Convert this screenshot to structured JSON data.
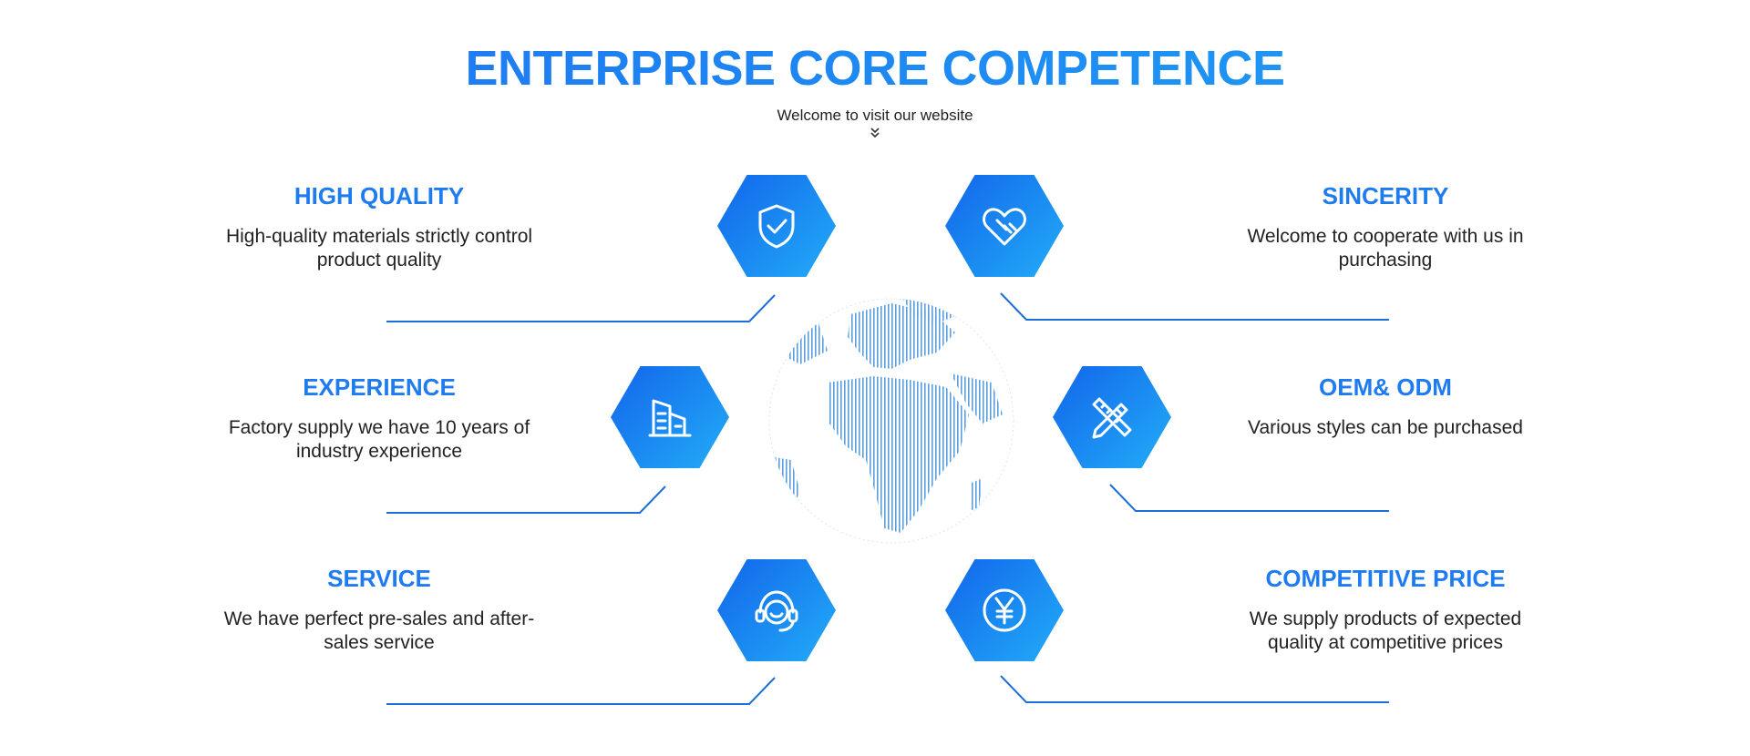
{
  "header": {
    "title": "ENTERPRISE CORE COMPETENCE",
    "subtitle": "Welcome to visit our website",
    "arrow_icon": "double-chevron-down-icon"
  },
  "colors": {
    "accent": "#1e7bf0",
    "accent_light": "#22acf8",
    "line": "#1b6fd6",
    "text": "#222222"
  },
  "competences": [
    {
      "title": "HIGH QUALITY",
      "text": "High-quality materials strictly control product quality",
      "icon": "shield-check-icon"
    },
    {
      "title": "SINCERITY",
      "text": "Welcome to cooperate with us in purchasing",
      "icon": "heart-handshake-icon"
    },
    {
      "title": "EXPERIENCE",
      "text": "Factory supply we have 10 years of industry experience",
      "icon": "factory-building-icon"
    },
    {
      "title": "OEM& ODM",
      "text": "Various styles can be purchased",
      "icon": "pencil-ruler-icon"
    },
    {
      "title": "SERVICE",
      "text": "We have perfect pre-sales and after-sales service",
      "icon": "headset-service-icon"
    },
    {
      "title": "COMPETITIVE PRICE",
      "text": "We supply products of expected quality at competitive prices",
      "icon": "yen-coin-icon"
    }
  ],
  "center_image": "globe-icon"
}
